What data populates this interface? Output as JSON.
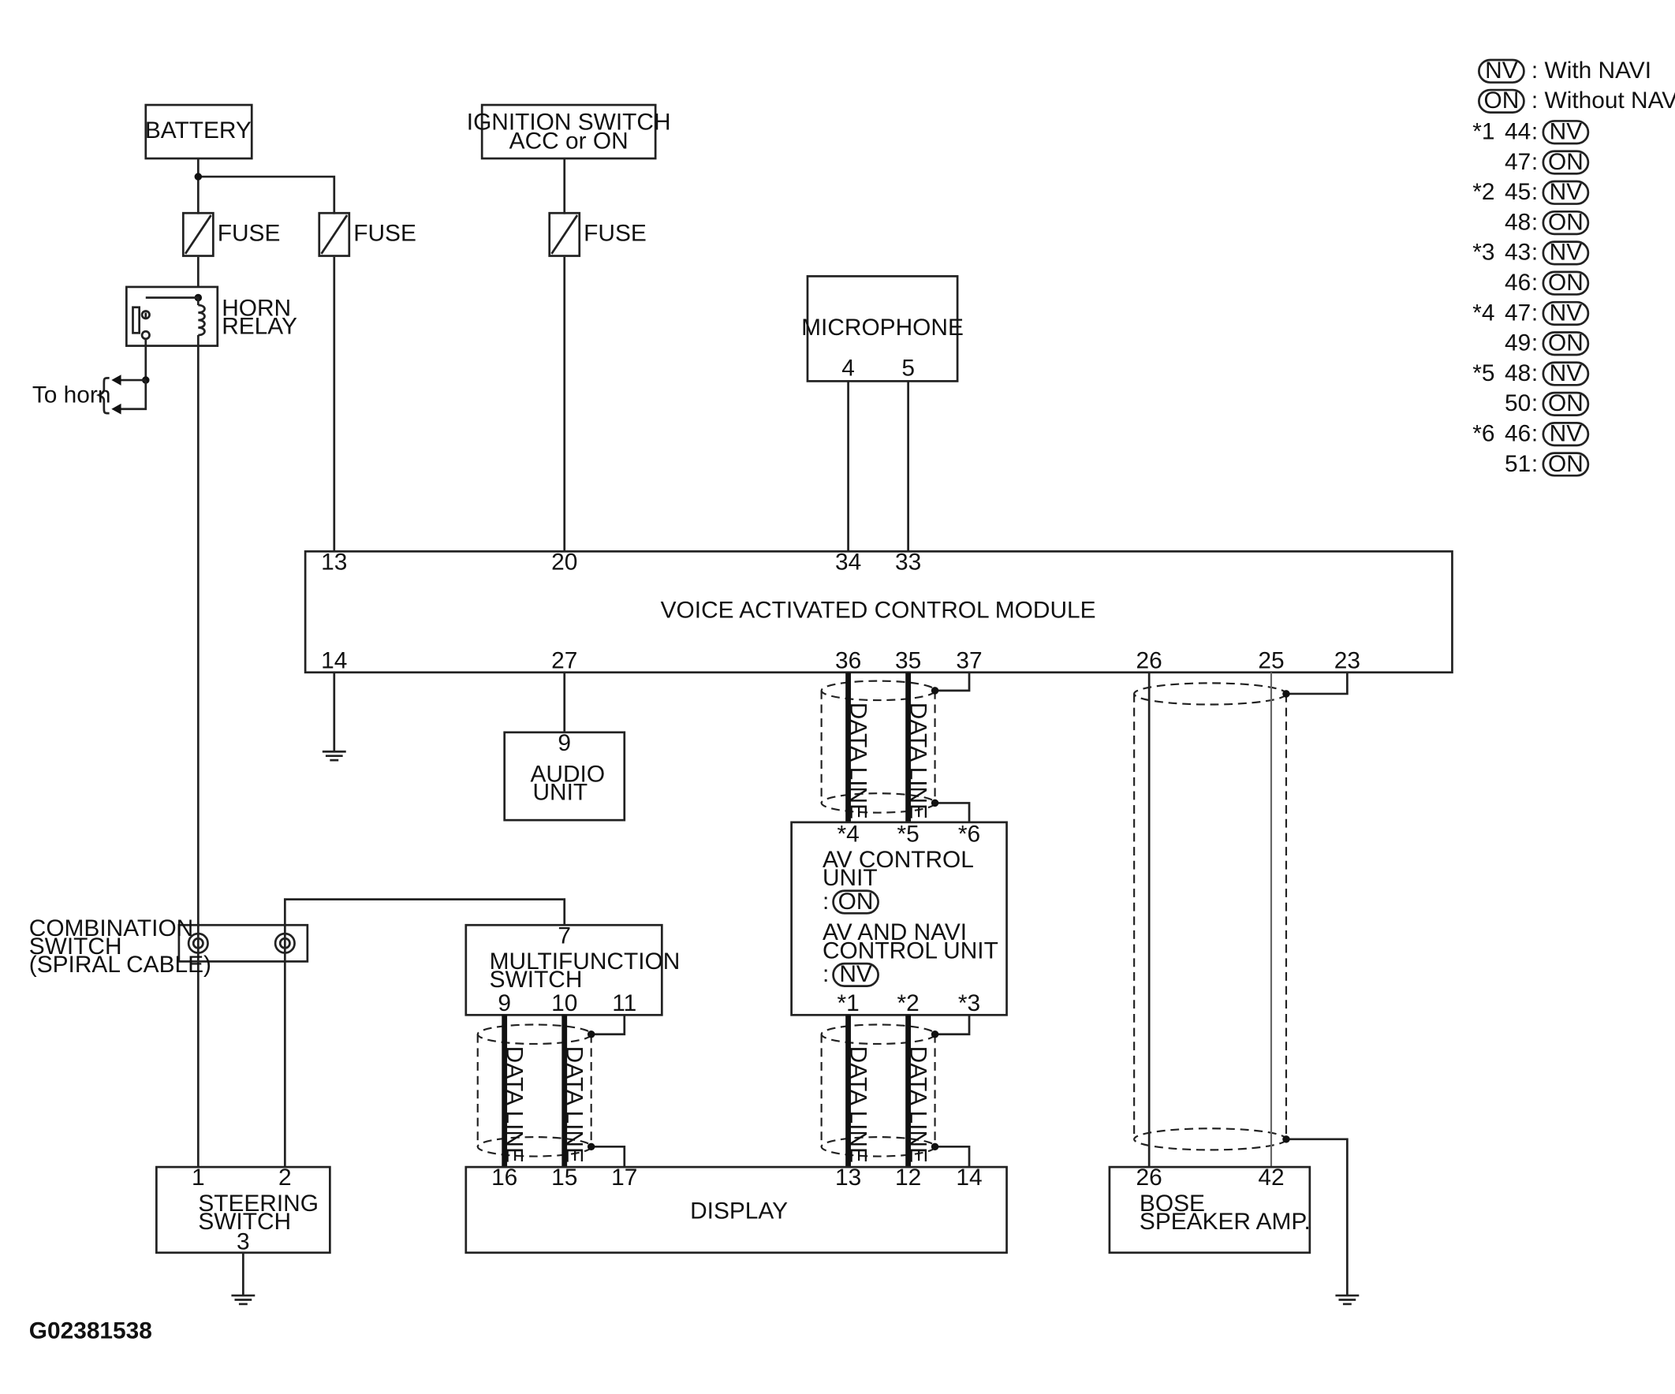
{
  "components": {
    "battery": "BATTERY",
    "ignition_line1": "IGNITION SWITCH",
    "ignition_line2": "ACC or ON",
    "fuse": "FUSE",
    "horn_relay_line1": "HORN",
    "horn_relay_line2": "RELAY",
    "to_horn": "To horn",
    "microphone": "MICROPHONE",
    "vacm": "VOICE ACTIVATED CONTROL MODULE",
    "audio_unit_line1": "AUDIO",
    "audio_unit_line2": "UNIT",
    "av_line1": "AV CONTROL",
    "av_line2": "UNIT",
    "av_tag": ":",
    "avnavi_line1": "AV AND NAVI",
    "avnavi_line2": "CONTROL UNIT",
    "combo_line1": "COMBINATION",
    "combo_line2": "SWITCH",
    "combo_line3": "(SPIRAL CABLE)",
    "multi_line1": "MULTIFUNCTION",
    "multi_line2": "SWITCH",
    "steering_line1": "STEERING",
    "steering_line2": "SWITCH",
    "display": "DISPLAY",
    "bose_line1": "BOSE",
    "bose_line2": "SPEAKER AMP.",
    "data_line": "DATA LINE"
  },
  "pins": {
    "mic_4": "4",
    "mic_5": "5",
    "v13": "13",
    "v20": "20",
    "v34": "34",
    "v33": "33",
    "v14": "14",
    "v27": "27",
    "v36": "36",
    "v35": "35",
    "v37": "37",
    "v26": "26",
    "v25": "25",
    "v23": "23",
    "audio_9": "9",
    "av_4": "*4",
    "av_5": "*5",
    "av_6": "*6",
    "av_1": "*1",
    "av_2": "*2",
    "av_3": "*3",
    "multi_7": "7",
    "multi_9": "9",
    "multi_10": "10",
    "multi_11": "11",
    "steer_1": "1",
    "steer_2": "2",
    "steer_3": "3",
    "disp_16": "16",
    "disp_15": "15",
    "disp_17": "17",
    "disp_13": "13",
    "disp_12": "12",
    "disp_14": "14",
    "bose_26": "26",
    "bose_42": "42"
  },
  "legend": {
    "nv": "NV",
    "on": "ON",
    "nv_desc": ": With NAVI",
    "on_desc": ": Without NAVI",
    "rows": [
      {
        "mark": "*1",
        "pin": "44",
        "tag": "NV"
      },
      {
        "mark": "",
        "pin": "47",
        "tag": "ON"
      },
      {
        "mark": "*2",
        "pin": "45",
        "tag": "NV"
      },
      {
        "mark": "",
        "pin": "48",
        "tag": "ON"
      },
      {
        "mark": "*3",
        "pin": "43",
        "tag": "NV"
      },
      {
        "mark": "",
        "pin": "46",
        "tag": "ON"
      },
      {
        "mark": "*4",
        "pin": "47",
        "tag": "NV"
      },
      {
        "mark": "",
        "pin": "49",
        "tag": "ON"
      },
      {
        "mark": "*5",
        "pin": "48",
        "tag": "NV"
      },
      {
        "mark": "",
        "pin": "50",
        "tag": "ON"
      },
      {
        "mark": "*6",
        "pin": "46",
        "tag": "NV"
      },
      {
        "mark": "",
        "pin": "51",
        "tag": "ON"
      }
    ],
    "colon": ":"
  },
  "figure_id": "G02381538"
}
